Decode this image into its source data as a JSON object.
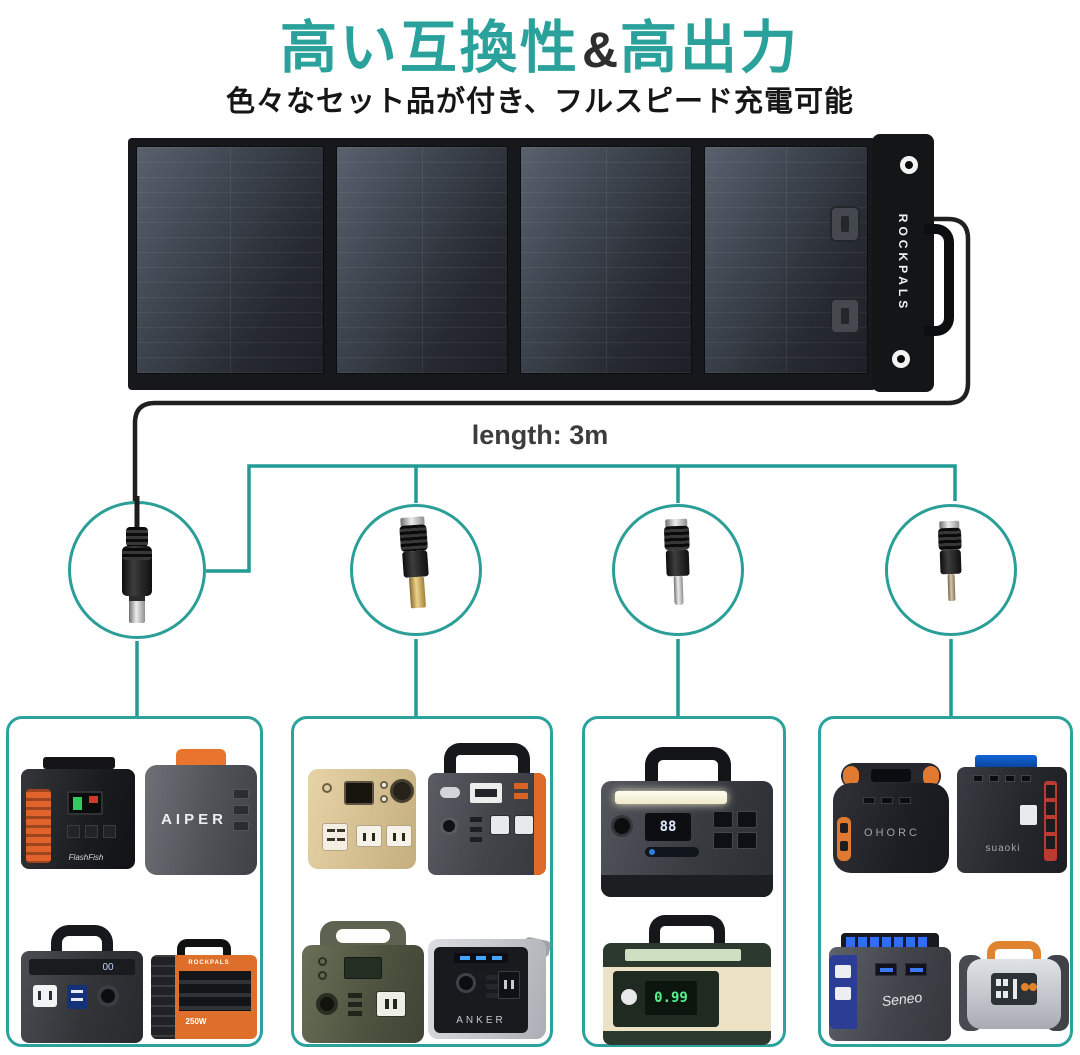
{
  "header": {
    "title_part1": "高い互換性",
    "title_ampersand": "&",
    "title_part2": "高出力",
    "subtitle": "色々なセット品が付き、フルスピード充電可能"
  },
  "cable": {
    "length_label": "length: 3m"
  },
  "solar_panel": {
    "brand_vertical_text": "ROCKPALS",
    "panel_count": 4
  },
  "connectors": [
    {
      "name": "dc-plug-with-cable"
    },
    {
      "name": "dc-adapter-large-gold-barrel"
    },
    {
      "name": "dc-adapter-small-silver-pin"
    },
    {
      "name": "dc-adapter-micro-bronze-pin"
    }
  ],
  "groups": [
    {
      "products": [
        {
          "name": "flashfish-power-station",
          "brand_text": "FlashFish",
          "body_color": "#1a1b1e",
          "accent_color": "#e2622b"
        },
        {
          "name": "aiper-power-station",
          "brand_text": "AIPER",
          "body_color": "#55575c",
          "accent_color": "#e8742d"
        },
        {
          "name": "compact-gray-power-station",
          "display_text": "00",
          "body_color": "#35373b"
        },
        {
          "name": "rockpals-250w-power-station",
          "brand_text": "ROCKPALS",
          "power_text": "250W",
          "body_color": "#dd6f2a"
        }
      ]
    },
    {
      "products": [
        {
          "name": "beige-power-station",
          "body_color": "#d8c294"
        },
        {
          "name": "orange-gray-power-station",
          "body_color": "#4a4c52",
          "accent_color": "#e06a28"
        },
        {
          "name": "olive-green-power-station",
          "body_color": "#5a5f4a"
        },
        {
          "name": "anker-powerhouse",
          "brand_text": "ANKER",
          "body_color": "#c4c7cc"
        }
      ]
    },
    {
      "products": [
        {
          "name": "large-black-power-station",
          "display_text": "88",
          "body_color": "#3b3d43"
        },
        {
          "name": "cream-green-power-station",
          "display_text": "0.99",
          "body_color": "#ece3c6"
        }
      ]
    },
    {
      "products": [
        {
          "name": "ohorc-power-station",
          "brand_text": "OHORC",
          "body_color": "#24262b",
          "accent_color": "#e07a30"
        },
        {
          "name": "suaoki-power-station",
          "brand_text": "suaoki",
          "body_color": "#2b2d33",
          "accent_color": "#bb3a31"
        },
        {
          "name": "seneo-power-station",
          "brand_text": "Seneo",
          "body_color": "#4a4c53",
          "accent_color": "#2c3d96"
        },
        {
          "name": "silver-orange-power-station",
          "body_color": "#c9ccd1",
          "accent_color": "#e0842f"
        }
      ]
    }
  ],
  "colors": {
    "accent_teal": "#2aa19a",
    "line_teal": "#219b94",
    "cable_black": "#202020",
    "text_dark": "#161616"
  }
}
